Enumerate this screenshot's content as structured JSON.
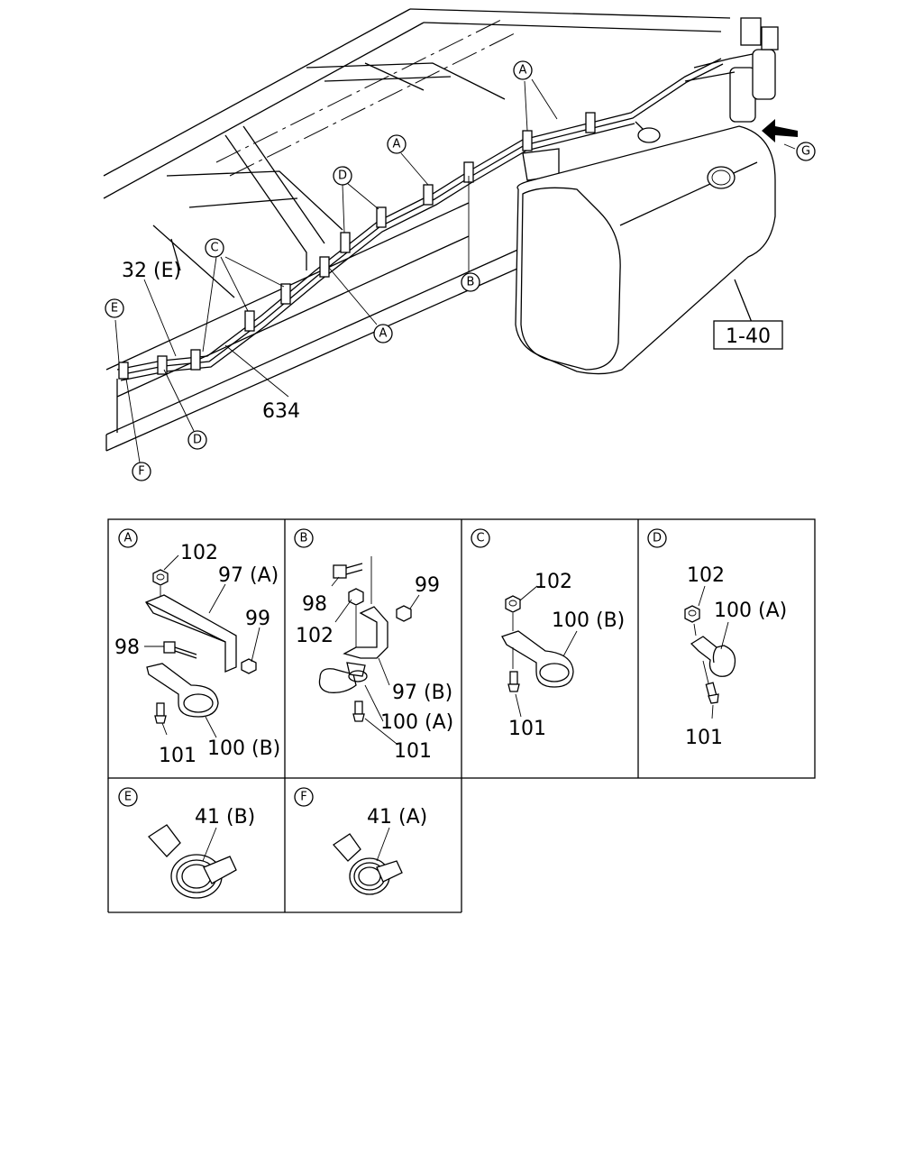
{
  "main_view": {
    "callouts": {
      "A1": "A",
      "A2": "A",
      "A3": "A",
      "B": "B",
      "C": "C",
      "D1": "D",
      "D2": "D",
      "E": "E",
      "F": "F",
      "G": "G"
    },
    "labels": {
      "hose_32": "32 (E)",
      "pipe_634": "634",
      "tank_ref": "1-40"
    }
  },
  "details": [
    {
      "id": "A",
      "parts": [
        "102",
        "97 (A)",
        "99",
        "98",
        "101",
        "100 (B)"
      ]
    },
    {
      "id": "B",
      "parts": [
        "98",
        "99",
        "102",
        "97 (B)",
        "100 (A)",
        "101"
      ]
    },
    {
      "id": "C",
      "parts": [
        "102",
        "100 (B)",
        "101"
      ]
    },
    {
      "id": "D",
      "parts": [
        "102",
        "100 (A)",
        "101"
      ]
    },
    {
      "id": "E",
      "parts": [
        "41 (B)"
      ]
    },
    {
      "id": "F",
      "parts": [
        "41 (A)"
      ]
    }
  ]
}
